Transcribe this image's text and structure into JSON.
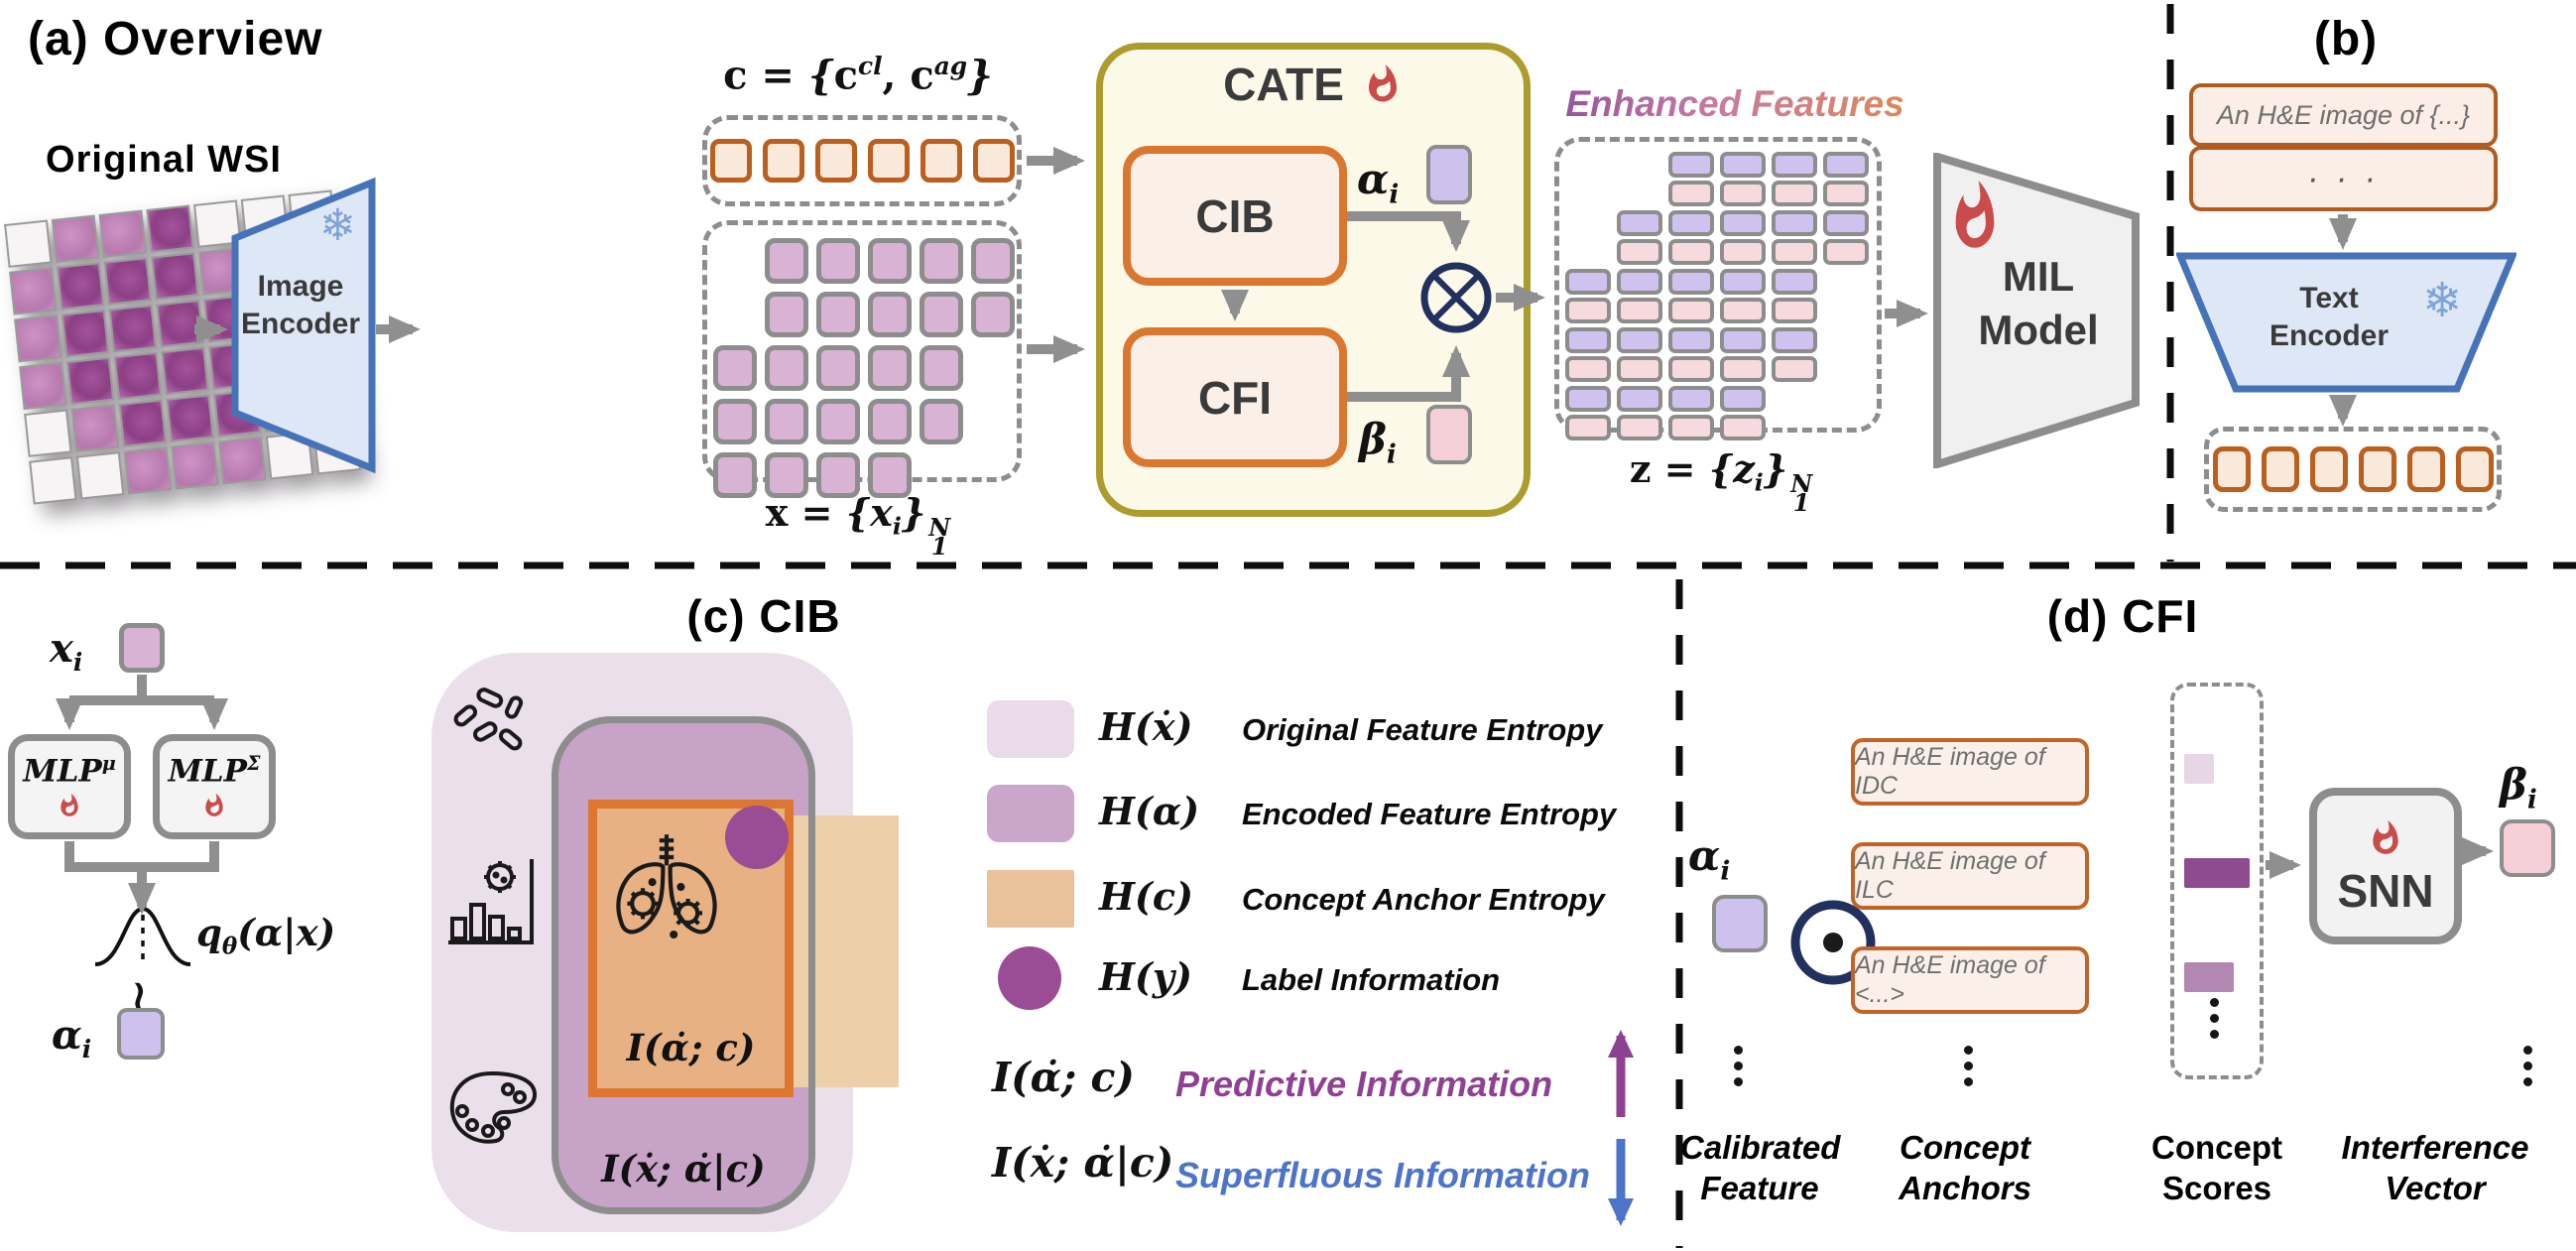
{
  "colors": {
    "cate_border": "#ac9b2d",
    "cate_fill": "#fcf9e9",
    "module_border": "#d9772f",
    "module_fill": "#faf0e7",
    "orange_token_border": "#bb5f1f",
    "orange_token_fill": "#f9e9da",
    "feature_token": "#d9b3d4",
    "alpha_token": "#cfc1ee",
    "beta_token": "#f4cfd7",
    "encoder_fill": "#dde7f6",
    "encoder_border": "#4673b8",
    "gray_box": "#f2f2f2",
    "gray_border": "#8d8d8d",
    "arrow": "#8f8f8f",
    "navy_operator": "#22305e",
    "fire": "#c94b4b",
    "snowflake": "#7da3d8",
    "venn_outer": "#ecdfec",
    "venn_alpha": "#c7a3c7",
    "venn_concept": "#e7b183",
    "venn_concept_outside": "#edcfa8",
    "venn_label_circle": "#9a4c94",
    "predictive": "#8e4191",
    "superfluous": "#4d74c9",
    "enhanced_gradient": [
      "#8f4d9b",
      "#c77ba2",
      "#df8a4e"
    ]
  },
  "panel_a": {
    "title": "(a) Overview",
    "wsi_label": "Original WSI",
    "wsi_pattern": [
      ".ppd...",
      "pdddpp.",
      "pddddp.",
      "pdddddp",
      ".pdddp.",
      "..ppp.."
    ],
    "image_encoder_line1": "Image",
    "image_encoder_line2": "Encoder",
    "snowflake_icon": "❄",
    "concept_formula": {
      "pre": "c = ",
      "brace_l": "{",
      "b1": "c",
      "s1": "cl",
      "comma": ", ",
      "b2": "c",
      "s2": "ag",
      "brace_r": "}"
    },
    "concept_token_count": 6,
    "x_grid": [
      [
        0,
        1,
        1,
        1,
        1,
        1
      ],
      [
        0,
        1,
        1,
        1,
        1,
        1
      ],
      [
        1,
        1,
        1,
        1,
        1,
        0
      ],
      [
        1,
        1,
        1,
        1,
        1,
        0
      ],
      [
        1,
        1,
        1,
        1,
        0,
        0
      ]
    ],
    "x_formula": {
      "pre": "x = ",
      "brace_l": "{",
      "var": "x",
      "sub": "i",
      "brace_r": "}",
      "sup": "N",
      "low": "1"
    },
    "cate": {
      "title": "CATE",
      "cib": "CIB",
      "cfi": "CFI",
      "alpha": {
        "sym": "α",
        "sub": "i"
      },
      "beta": {
        "sym": "β",
        "sub": "i"
      }
    },
    "enhanced_label": "Enhanced Features",
    "z_grid": [
      [
        0,
        0,
        1,
        1,
        1,
        1
      ],
      [
        0,
        1,
        1,
        1,
        1,
        1
      ],
      [
        1,
        1,
        1,
        1,
        1,
        0
      ],
      [
        1,
        1,
        1,
        1,
        1,
        0
      ],
      [
        1,
        1,
        1,
        1,
        0,
        0
      ]
    ],
    "z_formula": {
      "pre": "z = ",
      "brace_l": "{",
      "var": "z",
      "sub": "i",
      "brace_r": "}",
      "sup": "N",
      "low": "1"
    },
    "mil_line1": "MIL",
    "mil_line2": "Model"
  },
  "panel_b": {
    "title": "(b)",
    "prompt_text": "An H&E image of {...}",
    "prompt_dots": "· · ·",
    "text_encoder_line1": "Text",
    "text_encoder_line2": "Encoder",
    "snowflake_icon": "❄",
    "output_token_count": 6
  },
  "panel_c": {
    "title": "(c) CIB",
    "x_i": {
      "sym": "x",
      "sub": "i"
    },
    "mlp_mu": {
      "base": "MLP",
      "sup": "μ"
    },
    "mlp_sigma": {
      "base": "MLP",
      "sup": "Σ"
    },
    "q_formula": {
      "base": "q",
      "sub": "θ",
      "rest": "(α|x)"
    },
    "sample_sym": "∼",
    "alpha_i": {
      "sym": "α",
      "sub": "i"
    },
    "venn": {
      "overlap_label": "I(α̇; c)",
      "superfluous_label": "I(ẋ; α̇|c)"
    },
    "legend": [
      {
        "formula": "H(ẋ)",
        "label": "Original Feature Entropy"
      },
      {
        "formula": "H(α)",
        "label": "Encoded Feature Entropy"
      },
      {
        "formula": "H(c)",
        "label": "Concept Anchor Entropy"
      },
      {
        "formula": "H(y)",
        "label": "Label Information"
      }
    ],
    "info": [
      {
        "formula": "I(α̇; c)",
        "label": "Predictive Information"
      },
      {
        "formula": "I(ẋ; α̇|c)",
        "label": "Superfluous Information"
      }
    ]
  },
  "panel_d": {
    "title": "(d) CFI",
    "alpha_i": {
      "sym": "α",
      "sub": "i"
    },
    "dot_operator": "⊙",
    "anchors": [
      "An H&E image of IDC",
      "An H&E image of ILC",
      "An H&E image of <...>"
    ],
    "score_bars": [
      {
        "width": 30,
        "color": "#e6d6e6"
      },
      {
        "width": 66,
        "color": "#8e4b8e"
      },
      {
        "width": 50,
        "color": "#b287b2"
      }
    ],
    "snn_label": "SNN",
    "beta_i": {
      "sym": "β",
      "sub": "i"
    },
    "labels": {
      "calibrated": "Calibrated Feature",
      "anchors": "Concept Anchors",
      "scores": "Concept Scores",
      "interference": "Interference Vector"
    }
  }
}
